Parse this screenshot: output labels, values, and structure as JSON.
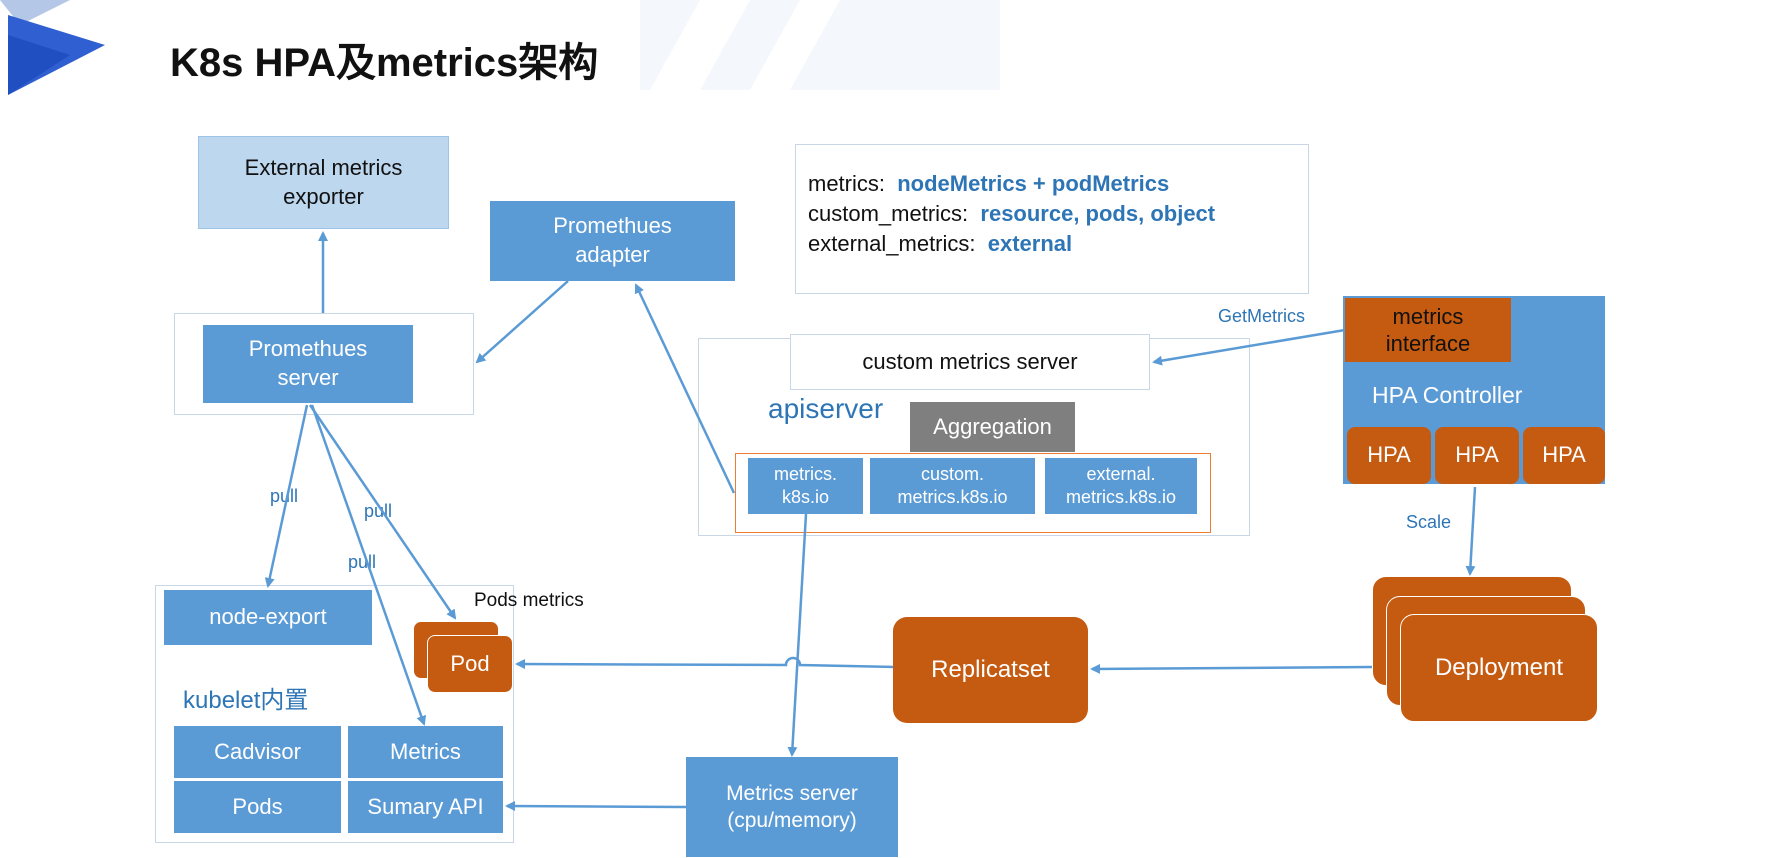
{
  "header": {
    "title": "K8s HPA及metrics架构"
  },
  "legend": {
    "metrics_key": "metrics:",
    "metrics_val": "nodeMetrics + podMetrics",
    "custom_key": "custom_metrics:",
    "custom_val": "resource, pods, object",
    "external_key": "external_metrics:",
    "external_val": "external"
  },
  "nodes": {
    "external_exporter": "External metrics\nexporter",
    "prom_adapter": "Promethues\nadapter",
    "prom_server": "Promethues\nserver",
    "custom_metrics_server": "custom metrics server",
    "apiserver": "apiserver",
    "aggregation": "Aggregation",
    "metrics_k8s": "metrics.\nk8s.io",
    "custom_metrics_k8s": "custom.\nmetrics.k8s.io",
    "external_metrics_k8s": "external.\nmetrics.k8s.io",
    "metrics_interface": "metrics\ninterface",
    "hpa_controller": "HPA Controller",
    "hpa": [
      "HPA",
      "HPA",
      "HPA"
    ],
    "node_export": "node-export",
    "pods_metrics": "Pods metrics",
    "pod": "Pod",
    "kubelet": "kubelet内置",
    "cadvisor": "Cadvisor",
    "pods": "Pods",
    "metrics": "Metrics",
    "summary_api": "Sumary API",
    "metrics_server": "Metrics server\n(cpu/memory)",
    "replicaset": "Replicatset",
    "deployment": "Deployment"
  },
  "edge_labels": {
    "pull_1": "pull",
    "pull_2": "pull",
    "pull_3": "pull",
    "get_metrics": "GetMetrics",
    "scale": "Scale"
  },
  "colors": {
    "blue": "#5b9bd5",
    "orange": "#c55a11",
    "light_blue": "#bdd7ee",
    "gray": "#7f7f7f",
    "accent_text": "#2e75b6"
  }
}
